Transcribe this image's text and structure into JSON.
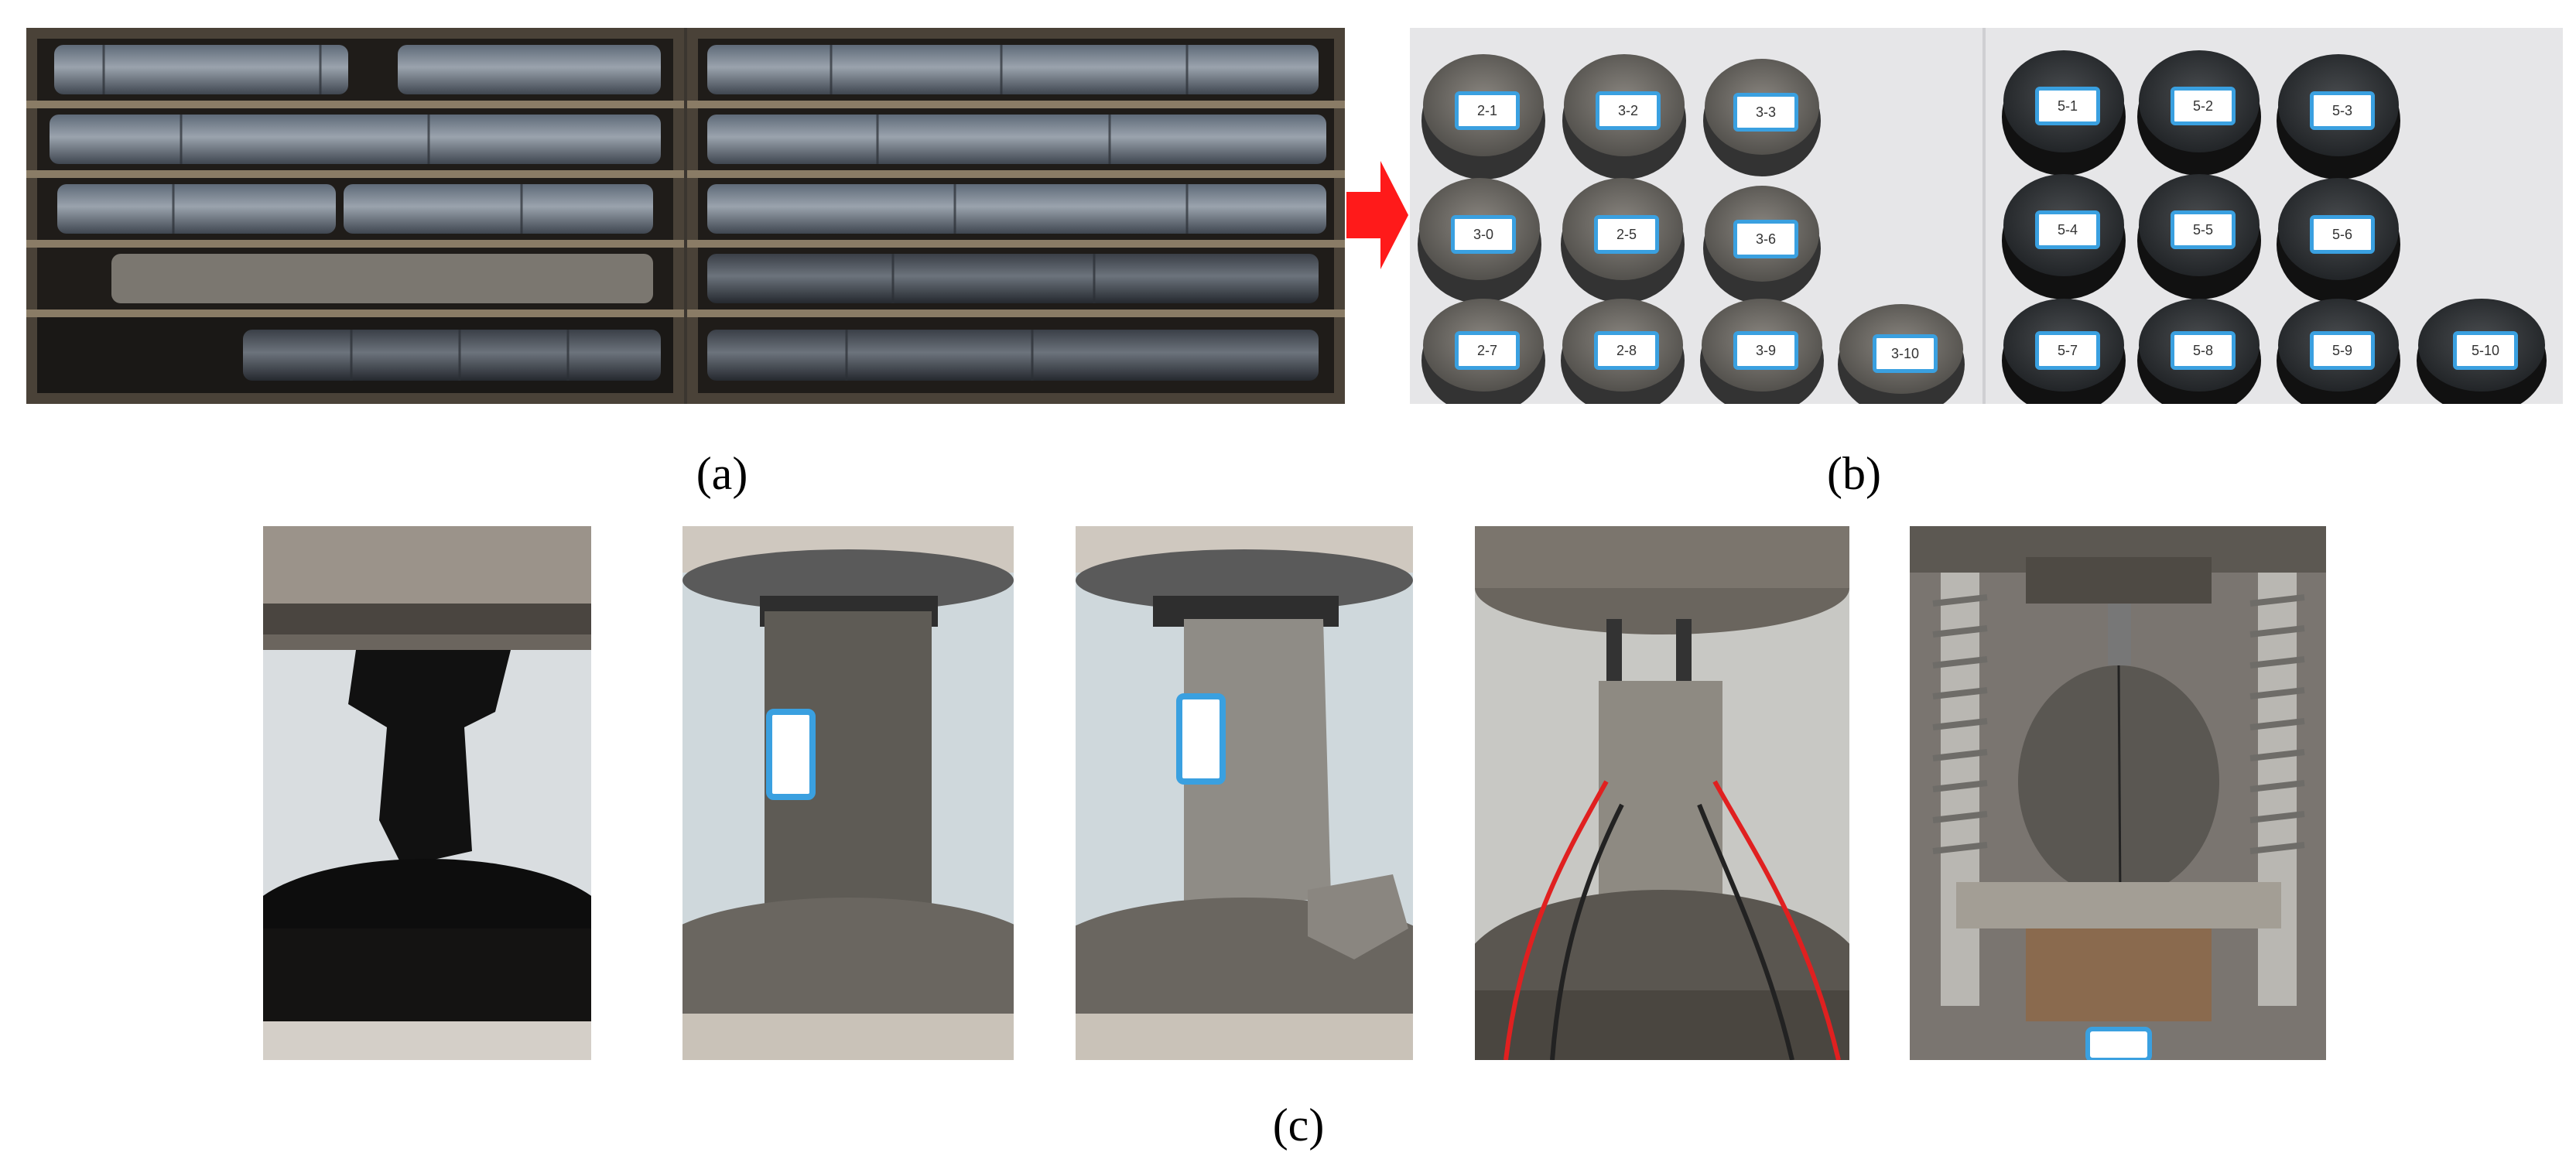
{
  "captions": {
    "a": "(a)",
    "b": "(b)",
    "c": "(c)"
  },
  "specimen_labels": {
    "left_set": [
      "2-1",
      "3-2",
      "3-3",
      "3-0",
      "2-5",
      "3-6",
      "2-7",
      "2-8",
      "3-9",
      "3-10"
    ],
    "right_set": [
      "5-1",
      "5-2",
      "5-3",
      "5-4",
      "5-5",
      "5-6",
      "5-7",
      "5-8",
      "5-9",
      "5-10"
    ]
  },
  "colors": {
    "arrow": "#ff1a1a",
    "label_border": "#3aa0e0",
    "wire_red": "#e02020"
  }
}
